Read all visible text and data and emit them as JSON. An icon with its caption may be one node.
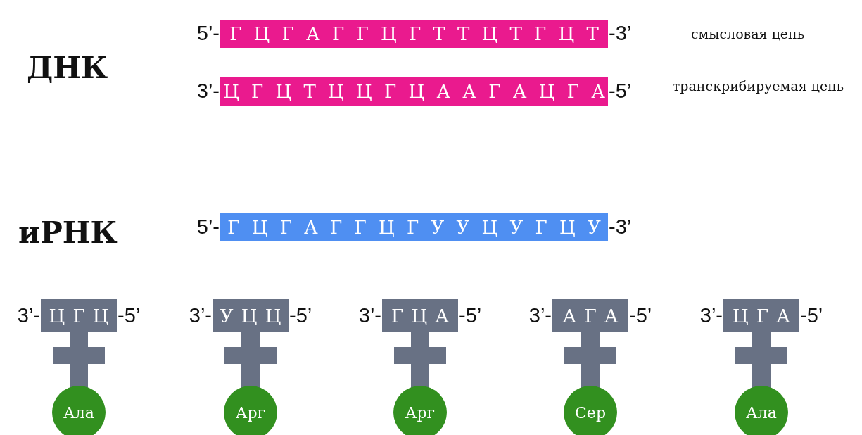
{
  "diagram": {
    "nodes": [
      {
        "text": [
          "Г Ц Г А Г Г Ц Г Т Т Ц Т Г Ц Т"
        ],
        "beside": [
          "5’-",
          "-3’"
        ]
      },
      {
        "text": [
          "Ц Г Ц Т Ц Ц Г Ц А А Г А Ц Г А"
        ],
        "beside": [
          "3’-",
          "-5’"
        ]
      },
      {
        "text": [
          "Г Ц Г А Г Г Ц Г У У Ц У Г Ц У"
        ],
        "beside": [
          "5’-",
          "-3’"
        ]
      },
      {
        "text": [
          "Ц Г Ц"
        ],
        "beside": [
          "3’-",
          "-5’"
        ]
      },
      {
        "text": [
          "У Ц Ц"
        ],
        "beside": [
          "3’-",
          "-5’"
        ]
      },
      {
        "text": [
          "Г Ц А"
        ],
        "beside": [
          "3’-",
          "-5’"
        ]
      },
      {
        "text": [
          "А Г А"
        ],
        "beside": [
          "3’-",
          "-5’"
        ]
      },
      {
        "text": [
          "Ц Г А"
        ],
        "beside": [
          "3’-",
          "-5’"
        ]
      },
      {
        "text": [
          "Ала"
        ]
      },
      {
        "text": [
          "Арг"
        ]
      },
      {
        "text": [
          "Арг"
        ]
      },
      {
        "text": [
          "Сер"
        ]
      },
      {
        "text": [
          "Ала"
        ]
      }
    ],
    "edges": [
      {
        "from": 3,
        "to": 8,
        "arrow": "none"
      },
      {
        "from": 4,
        "to": 9,
        "arrow": "none"
      },
      {
        "from": 5,
        "to": 10,
        "arrow": "none"
      },
      {
        "from": 6,
        "to": 11,
        "arrow": "none"
      },
      {
        "from": 7,
        "to": 12,
        "arrow": "none"
      }
    ],
    "labels": [
      "смысловая цепь",
      "ДНК",
      "транскрибируемая цепь",
      "иРНК"
    ]
  }
}
